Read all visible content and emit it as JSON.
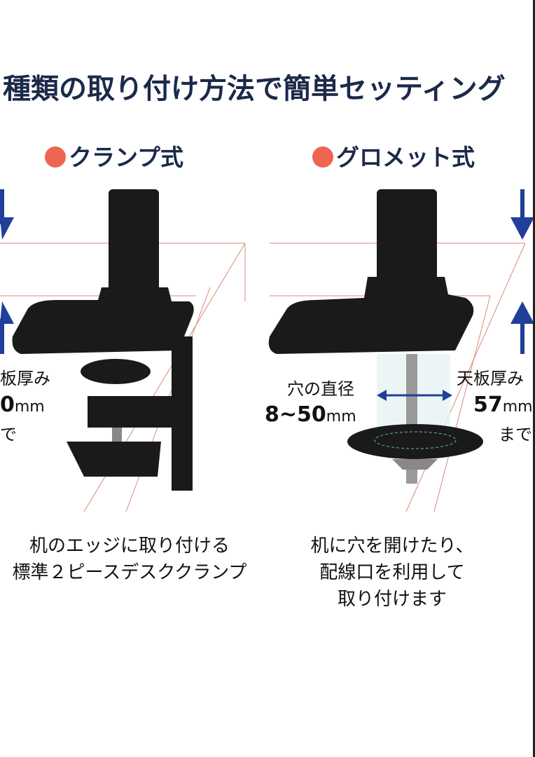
{
  "title": "種類の取り付け方法で簡単セッティング",
  "colors": {
    "title": "#1b2a4a",
    "bullet": "#ee6552",
    "arrow": "#1f3f9a",
    "guide": "#d98a7a",
    "product": "#1a1a1a"
  },
  "clamp": {
    "heading": "クランプ式",
    "thickness_label": "板厚み",
    "thickness_value": "0",
    "thickness_unit": "mm",
    "thickness_suffix": "で",
    "caption_line1": "机のエッジに取り付ける",
    "caption_line2": "標準２ピースデスククランプ"
  },
  "grommet": {
    "heading": "グロメット式",
    "hole_label": "穴の直径",
    "hole_value": "8~50",
    "hole_unit": "mm",
    "thickness_label": "天板厚み",
    "thickness_value": "57",
    "thickness_unit": "mm",
    "thickness_suffix": "まで",
    "caption_line1": "机に穴を開けたり、",
    "caption_line2": "配線口を利用して",
    "caption_line3": "取り付けます"
  }
}
